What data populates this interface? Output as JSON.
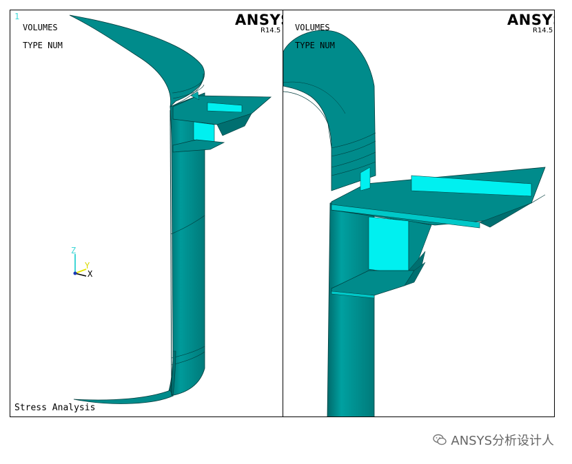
{
  "left_window": {
    "number": "1",
    "line1": "VOLUMES",
    "line2": "TYPE NUM",
    "brand": "ANSYS",
    "version": "R14.5",
    "footer": "Stress Analysis",
    "axes": {
      "z": "Z",
      "y": "Y",
      "x": "X"
    }
  },
  "right_window": {
    "line1": "VOLUMES",
    "line2": "TYPE NUM",
    "brand": "ANSYS",
    "version": "R14.5"
  },
  "watermark": {
    "text": "ANSYS分析设计人"
  },
  "colors": {
    "volume": "#008b8b",
    "volume_shade": "#006f70",
    "volume_light": "#00a9a9",
    "face_highlight": "#00f0f0",
    "axis_z": "#3fd6d6",
    "axis_y": "#e6e600",
    "axis_x": "#000000"
  }
}
